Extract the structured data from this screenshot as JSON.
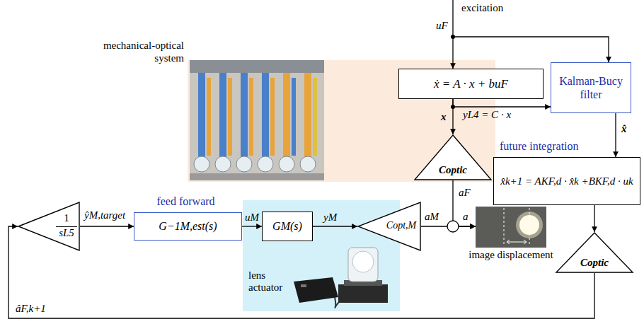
{
  "diagram": {
    "nodes": [
      {
        "text": [
          "mechanical-optical system"
        ]
      },
      {
        "text": [
          "ẋ = A · x + buF"
        ]
      },
      {
        "text": [
          "Kalman-Bucy filter"
        ]
      },
      {
        "text": [
          "future integration",
          "x̂k+1 = AKF,d · x̂k +BKF,d · uk"
        ]
      },
      {
        "text": [
          "Coptic"
        ],
        "in": 0
      },
      {
        "text": [
          "Coptic"
        ]
      },
      {
        "text": [
          "1",
          "sL5"
        ]
      },
      {
        "text": [
          "feed forward",
          "G−1M,est(s)"
        ]
      },
      {
        "text": [
          "lens actuator"
        ]
      },
      {
        "text": [
          "GM(s)"
        ],
        "in": 8
      },
      {
        "text": [
          "Copt,M"
        ]
      },
      {
        "text": [
          "image displacement"
        ]
      }
    ],
    "edges": [
      {
        "from": 1,
        "to": 4,
        "arrow": "to",
        "label": "x"
      },
      {
        "from": 1,
        "to": 2,
        "arrow": "to",
        "label": "yL4 = C · x"
      },
      {
        "from": 2,
        "to": 3,
        "arrow": "to",
        "label": "x̂"
      },
      {
        "from": 3,
        "to": 5,
        "arrow": "to"
      },
      {
        "from": 5,
        "to": 6,
        "arrow": "to",
        "label": "âF,k+1"
      },
      {
        "from": 6,
        "to": 7,
        "arrow": "to",
        "label": "ŷM,target"
      },
      {
        "from": 7,
        "to": 9,
        "arrow": "to",
        "label": "uM"
      },
      {
        "from": 9,
        "to": 10,
        "arrow": "to",
        "label": "yM"
      },
      {
        "from": 10,
        "to": 11,
        "arrow": "to",
        "label": "aM"
      },
      {
        "from": 4,
        "to": 11,
        "arrow": "to",
        "label": "aF"
      }
    ],
    "labels": [
      "excitation",
      "uF",
      "a"
    ]
  }
}
